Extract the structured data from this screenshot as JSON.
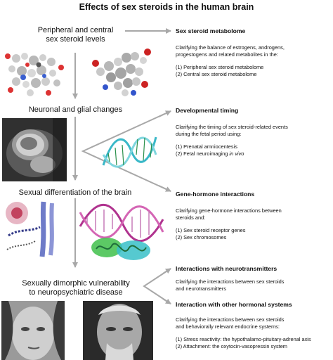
{
  "title": "Effects of sex steroids in the human brain",
  "stages": [
    {
      "line1": "Peripheral and central",
      "line2": "sex steroid levels"
    },
    {
      "line1": "Neuronal and glial changes",
      "line2": ""
    },
    {
      "line1": "Sexual differentiation of the brain",
      "line2": ""
    },
    {
      "line1": "Sexually dimorphic vulnerability",
      "line2": "to neuropsychiatric disease"
    }
  ],
  "sections": [
    {
      "heading": "Sex steroid metabolome",
      "intro": [
        "Clarifying the balance of estrogens, androgens,",
        "progestogens and related metabolites in the:"
      ],
      "items": [
        "(1) Peripheral sex steroid metabolome",
        "(2) Central sex steroid metabolome"
      ]
    },
    {
      "heading": "Developmental timing",
      "intro": [
        "Clarifying the timing of sex steroid-related events",
        "during the fetal period using:"
      ],
      "items": [
        "(1) Prenatal amniocentesis",
        "(2) Fetal neuroimaging"
      ],
      "item_suffix": "in vivo"
    },
    {
      "heading": "Gene-hormone interactions",
      "intro": [
        "Clarifying gene-hormone interactions between",
        "steroids and:"
      ],
      "items": [
        "(1) Sex steroid receptor genes",
        "(2) Sex chromosomes"
      ]
    },
    {
      "heading": "Interactions with neurotransmitters",
      "intro": [
        "Clarifying the interactions between sex steroids",
        "and neurotransmitters"
      ],
      "items": []
    },
    {
      "heading": "Interaction with other hormonal systems",
      "intro": [
        "Clarifying the interactions between sex steroids",
        "and behaviorally relevant endocrine systems:"
      ],
      "items": [
        "(1) Stress reactivity: the hypothalamo-pituitary-adrenal axis",
        "(2) Attachment: the oxytocin-vasopressin system"
      ]
    }
  ],
  "colors": {
    "arrow": "#a8a8a8",
    "text": "#111111"
  }
}
